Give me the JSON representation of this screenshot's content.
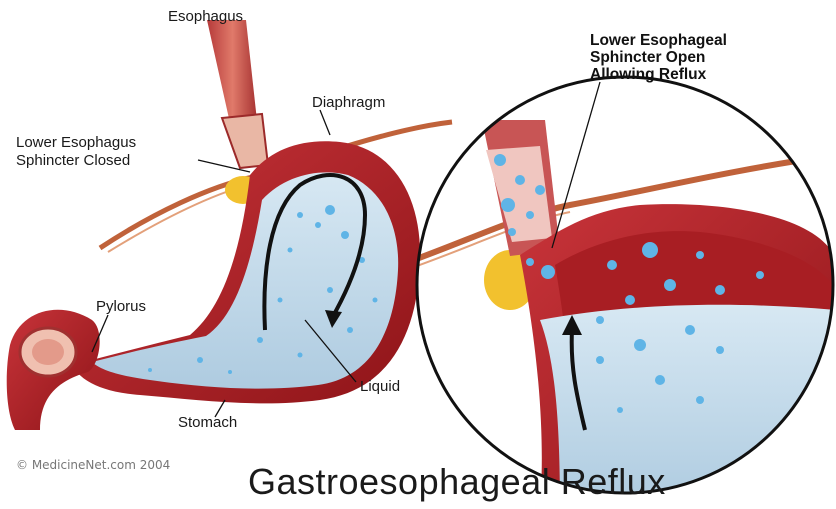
{
  "title": "Gastroesophageal Reflux",
  "copyright": "© MedicineNet.com  2004",
  "labels": {
    "esophagus": "Esophagus",
    "diaphragm": "Diaphragm",
    "les_closed": "Lower Esophagus\nSphincter Closed",
    "les_open": "Lower Esophageal\nSphincter Open\nAllowing Reflux",
    "pylorus": "Pylorus",
    "liquid": "Liquid",
    "stomach": "Stomach"
  },
  "colors": {
    "tissue": "#b0262a",
    "tissue_light": "#d9534f",
    "lining": "#7a0f14",
    "liquid": "#c6dcec",
    "bubbles": "#5fb4e6",
    "fat": "#f2c12e",
    "diaphragm": "#c0623a"
  }
}
